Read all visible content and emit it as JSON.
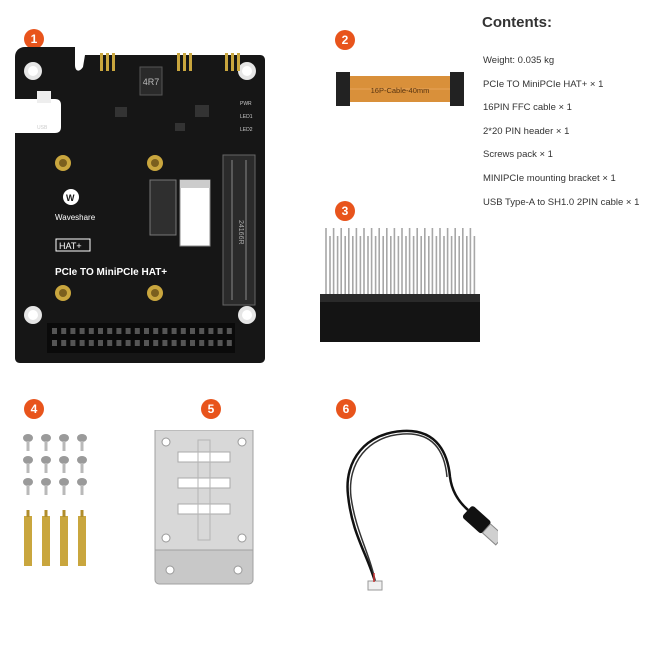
{
  "badges": [
    "1",
    "2",
    "3",
    "4",
    "5",
    "6"
  ],
  "board": {
    "brand": "Waveshare",
    "hat_label": "HAT+",
    "title": "PCIe TO MiniPCIe HAT+",
    "inductor": "4R7",
    "chip_label": "24166R",
    "usb_label": "USB",
    "led_labels": [
      "PWR",
      "LED1",
      "LED2"
    ]
  },
  "cable_label": "16P-Cable-40mm",
  "contents": {
    "title": "Contents:",
    "items": [
      "Weight: 0.035 kg",
      "PCIe TO MiniPCIe HAT+ × 1",
      "16PIN FFC cable × 1",
      "2*20 PIN header × 1",
      "Screws pack × 1",
      "MINIPCIe mounting bracket × 1",
      "USB Type-A to SH1.0 2PIN cable × 1"
    ]
  },
  "colors": {
    "badge": "#e8541c",
    "pcb": "#161616",
    "ffc": "#d9903a",
    "brass": "#c9a63e"
  }
}
